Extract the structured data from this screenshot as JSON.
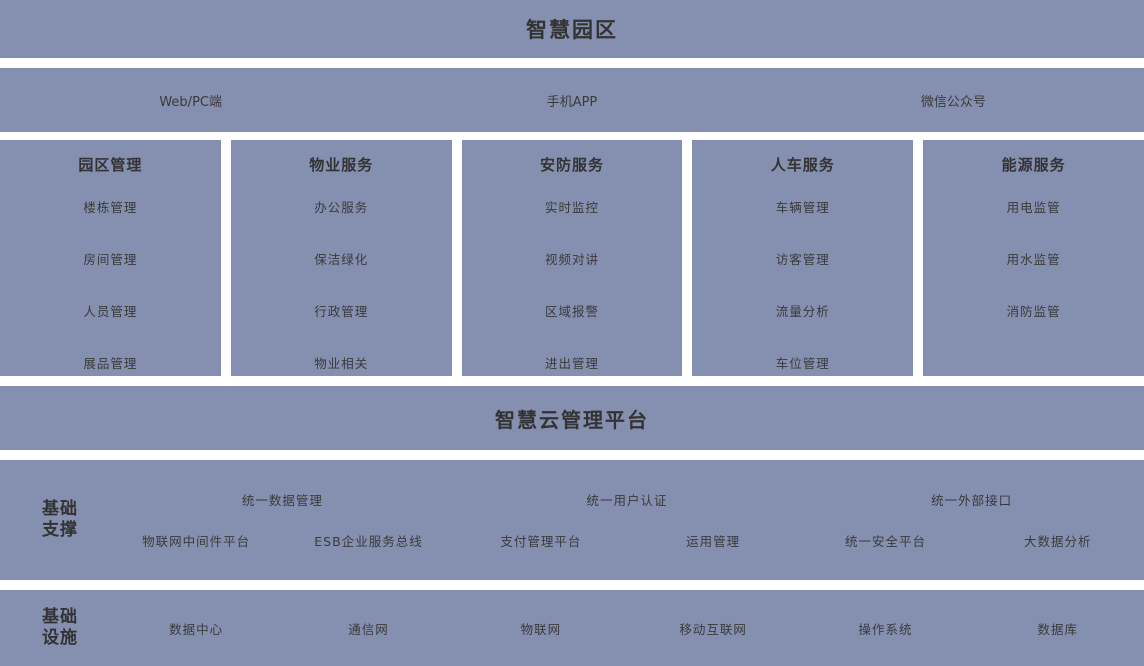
{
  "title": "智慧园区",
  "channels": {
    "items": [
      {
        "label": "Web/PC端"
      },
      {
        "label": "手机APP"
      },
      {
        "label": "微信公众号"
      }
    ]
  },
  "service_cards": [
    {
      "title": "园区管理",
      "items": [
        "楼栋管理",
        "房间管理",
        "人员管理",
        "展品管理"
      ]
    },
    {
      "title": "物业服务",
      "items": [
        "办公服务",
        "保洁绿化",
        "行政管理",
        "物业相关"
      ]
    },
    {
      "title": "安防服务",
      "items": [
        "实时监控",
        "视频对讲",
        "区域报警",
        "进出管理"
      ]
    },
    {
      "title": "人车服务",
      "items": [
        "车辆管理",
        "访客管理",
        "流量分析",
        "车位管理"
      ]
    },
    {
      "title": "能源服务",
      "items": [
        "用电监管",
        "用水监管",
        "消防监管"
      ]
    }
  ],
  "platform": {
    "title": "智慧云管理平台"
  },
  "support": {
    "label": "基础支撑",
    "row_a": [
      "统一数据管理",
      "统一用户认证",
      "统一外部接口"
    ],
    "row_b": [
      "物联网中间件平台",
      "ESB企业服务总线",
      "支付管理平台",
      "运用管理",
      "统一安全平台",
      "大数据分析"
    ]
  },
  "infrastructure": {
    "label": "基础设施",
    "items": [
      "数据中心",
      "通信网",
      "物联网",
      "移动互联网",
      "操作系统",
      "数据库"
    ]
  },
  "colors": {
    "band": "#8590b0",
    "gap": "#ffffff",
    "text": "#3a3a3a",
    "heading": "#333333"
  }
}
